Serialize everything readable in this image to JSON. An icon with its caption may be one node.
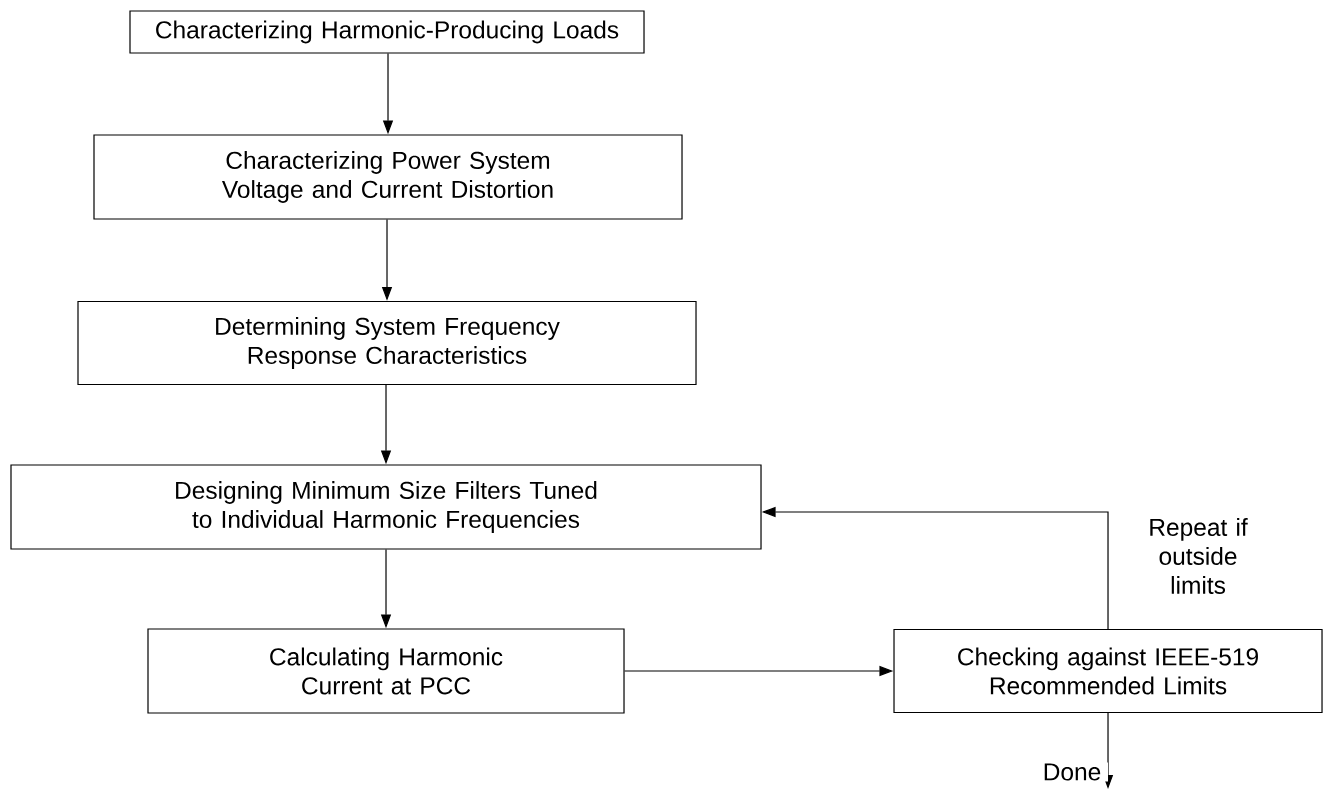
{
  "diagram": {
    "nodes": [
      {
        "text": [
          "Characterizing Harmonic-Producing Loads"
        ]
      },
      {
        "text": [
          "Characterizing Power System Voltage and Current Distortion"
        ]
      },
      {
        "text": [
          "Determining System Frequency Response Characteristics"
        ]
      },
      {
        "text": [
          "Designing Minimum Size Filters Tuned to Individual Harmonic Frequencies"
        ]
      },
      {
        "text": [
          "Calculating Harmonic Current at PCC"
        ]
      },
      {
        "text": [
          "Checking against IEEE-519 Recommended Limits"
        ]
      }
    ],
    "edges": [
      {
        "from": 0,
        "to": 1,
        "arrow": "to"
      },
      {
        "from": 1,
        "to": 2,
        "arrow": "to"
      },
      {
        "from": 2,
        "to": 3,
        "arrow": "to"
      },
      {
        "from": 3,
        "to": 4,
        "arrow": "to"
      },
      {
        "from": 4,
        "to": 5,
        "arrow": "to"
      },
      {
        "from": 5,
        "to": 3,
        "arrow": "to",
        "label": "Repeat if outside limits"
      },
      {
        "from": 5,
        "to": null,
        "arrow": "to",
        "label": "Done"
      }
    ]
  }
}
